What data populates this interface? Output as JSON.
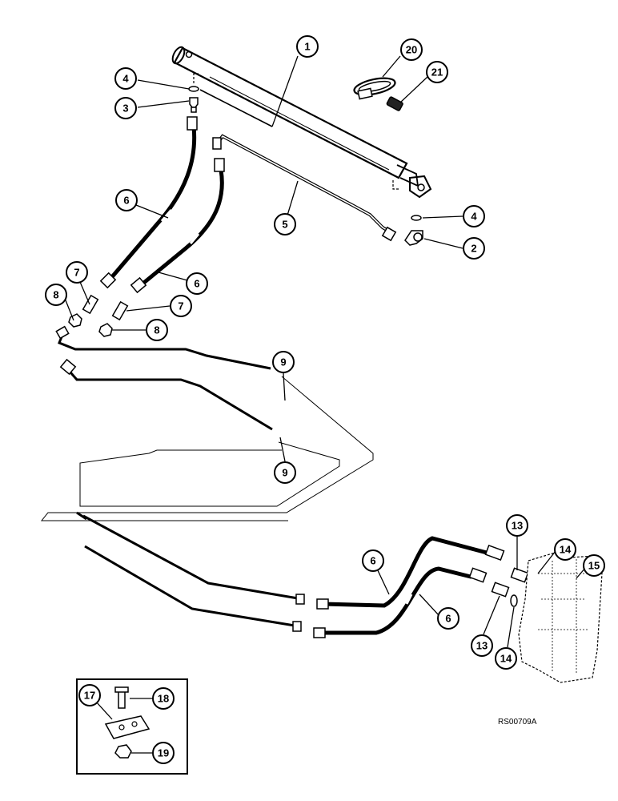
{
  "drawing_code": "RS00709A",
  "callouts": [
    {
      "id": "c1",
      "label": "1"
    },
    {
      "id": "c20",
      "label": "20"
    },
    {
      "id": "c21",
      "label": "21"
    },
    {
      "id": "c4a",
      "label": "4"
    },
    {
      "id": "c3",
      "label": "3"
    },
    {
      "id": "c6a",
      "label": "6"
    },
    {
      "id": "c5",
      "label": "5"
    },
    {
      "id": "c4b",
      "label": "4"
    },
    {
      "id": "c2",
      "label": "2"
    },
    {
      "id": "c7a",
      "label": "7"
    },
    {
      "id": "c8a",
      "label": "8"
    },
    {
      "id": "c6b",
      "label": "6"
    },
    {
      "id": "c7b",
      "label": "7"
    },
    {
      "id": "c8b",
      "label": "8"
    },
    {
      "id": "c9a",
      "label": "9"
    },
    {
      "id": "c9b",
      "label": "9"
    },
    {
      "id": "c13a",
      "label": "13"
    },
    {
      "id": "c14a",
      "label": "14"
    },
    {
      "id": "c15",
      "label": "15"
    },
    {
      "id": "c6c",
      "label": "6"
    },
    {
      "id": "c6d",
      "label": "6"
    },
    {
      "id": "c13b",
      "label": "13"
    },
    {
      "id": "c14b",
      "label": "14"
    },
    {
      "id": "c17",
      "label": "17"
    },
    {
      "id": "c18",
      "label": "18"
    },
    {
      "id": "c19",
      "label": "19"
    }
  ]
}
